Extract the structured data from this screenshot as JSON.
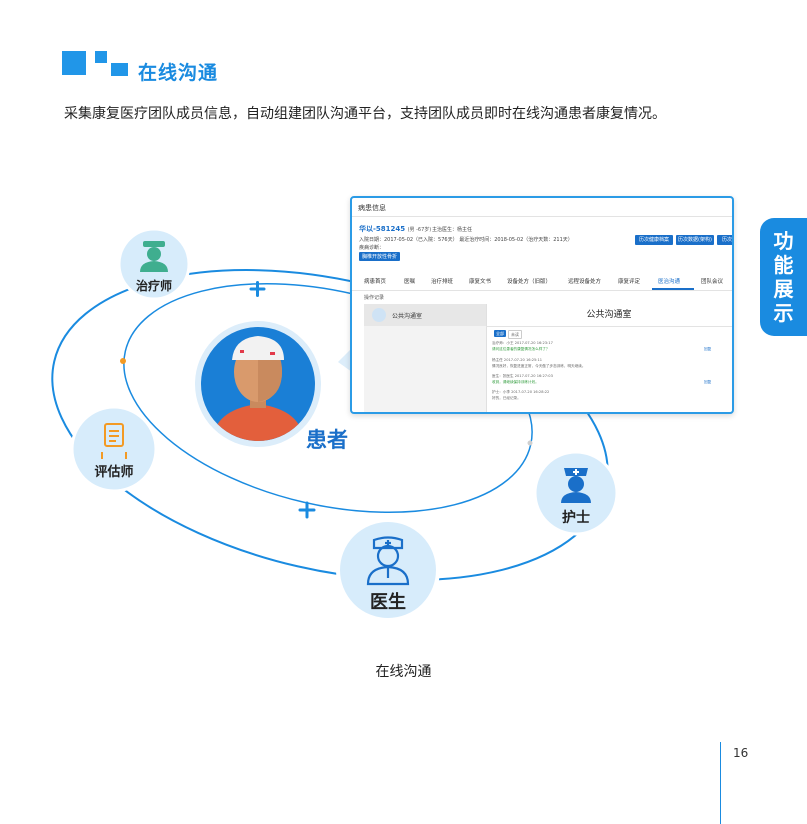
{
  "header": {
    "title": "在线沟通",
    "subtitle": "采集康复医疗团队成员信息，自动组建团队沟通平台，支持团队成员即时在线沟通患者康复情况。"
  },
  "side_tab": {
    "chars": [
      "功",
      "能",
      "展",
      "示"
    ]
  },
  "diagram": {
    "center": {
      "label": "患者"
    },
    "roles": [
      {
        "key": "therapist",
        "label": "治疗师",
        "icon": "therapist-icon"
      },
      {
        "key": "assessor",
        "label": "评估师",
        "icon": "assessor-icon"
      },
      {
        "key": "doctor",
        "label": "医生",
        "icon": "doctor-icon"
      },
      {
        "key": "nurse",
        "label": "护士",
        "icon": "nurse-icon"
      }
    ],
    "colors": {
      "ring": "#1a8be0",
      "bubble": "#d7ecfb",
      "bubble_border": "#ffffff",
      "orange_dot": "#f39a24",
      "patient_bg": "#1a7fd6",
      "accent_plus": "#1a8be0"
    }
  },
  "panel": {
    "title": "病患信息",
    "patient_name": "华以-581245",
    "patient_meta": "(男 -67岁)",
    "attending_doctor": "主治医生：杨主任",
    "admission": "入院日期：2017-05-02（已入院：576天）  最近治疗时间：2018-05-02（治疗天数：211天）",
    "diagnosis": "疾病诊断：",
    "diagnosis_tag": "胸椎开放性骨折",
    "buttons": [
      "历次健康档案",
      "历次数据(架构)",
      "历次"
    ],
    "tabs": [
      "病患首页",
      "医嘱",
      "治疗排班",
      "康复文书",
      "设备处方（旧版）",
      "远程设备处方",
      "康复评定",
      "医治沟通",
      "团队会议"
    ],
    "active_tab": "医治沟通",
    "sub_tab": "操作记录",
    "room_item": "公共沟通室",
    "room_title": "公共沟通室",
    "chips": [
      "全部",
      "未读"
    ],
    "messages": [
      "治疗师：小王 2017-07-20 16:23:17",
      "请问这位患者的康复情况怎么样了？",
      "杨主任  2017-07-20 16:25:11",
      "情况良好，恢复进度正常，今天做了步态训练，明天继续。",
      "医生：张医生  2017-07-20 16:27:03",
      "收到，请继续保持训练计划。",
      "护士：小李  2017-07-20 16:28:22",
      "好的，已经记录。"
    ],
    "reply_label": "回复"
  },
  "caption": "在线沟通",
  "page_number": "16"
}
